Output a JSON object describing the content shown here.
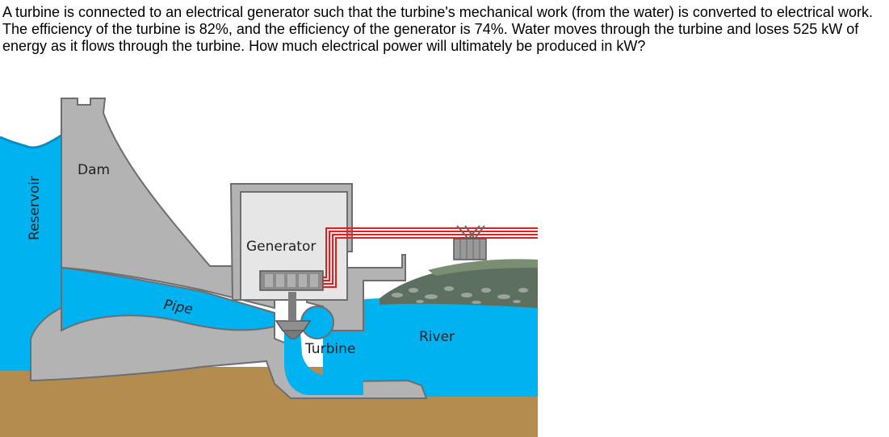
{
  "question": {
    "text": "A turbine is connected to an electrical generator such that the turbine's mechanical work (from the water) is converted to electrical work. The efficiency of the turbine is 82%, and the efficiency of the generator is 74%. Water moves through the turbine and loses 525 kW of energy as it flows through the turbine. How much electrical power will ultimately be produced in kW?"
  },
  "diagram": {
    "labels": {
      "dam": "Dam",
      "reservoir": "Reservoir",
      "generator": "Generator",
      "pipe": "Pipe",
      "turbine": "Turbine",
      "river": "River"
    },
    "colors": {
      "water": "#00b3f0",
      "concrete": "#b3b3b3",
      "outline": "#6e6e6e",
      "ground": "#b58c50",
      "power_lines": "#e41e1e",
      "generator_room": "#e6e6e6"
    }
  }
}
